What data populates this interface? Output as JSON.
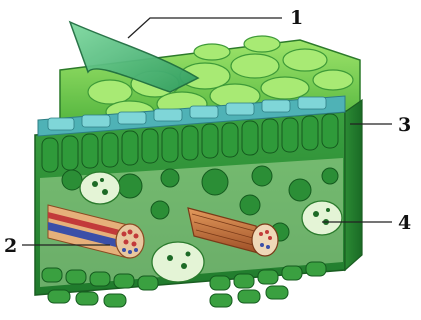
{
  "diagram": {
    "labels": [
      {
        "id": "1",
        "text": "1"
      },
      {
        "id": "2",
        "text": "2"
      },
      {
        "id": "3",
        "text": "3"
      },
      {
        "id": "4",
        "text": "4"
      }
    ],
    "colors": {
      "epidermis_top": "#6fcf4a",
      "palisade": "#2e8f32",
      "spongy": "#43a838",
      "cuticle_band": "#58c6c9",
      "vein_outer": "#c06a3a",
      "vein_inner": "#e8b27a",
      "xylem_red": "#c23a3a",
      "phloem_blue": "#3b4fa8",
      "stoma_guard": "#dff3cf",
      "dark_green": "#1c6a26"
    }
  }
}
